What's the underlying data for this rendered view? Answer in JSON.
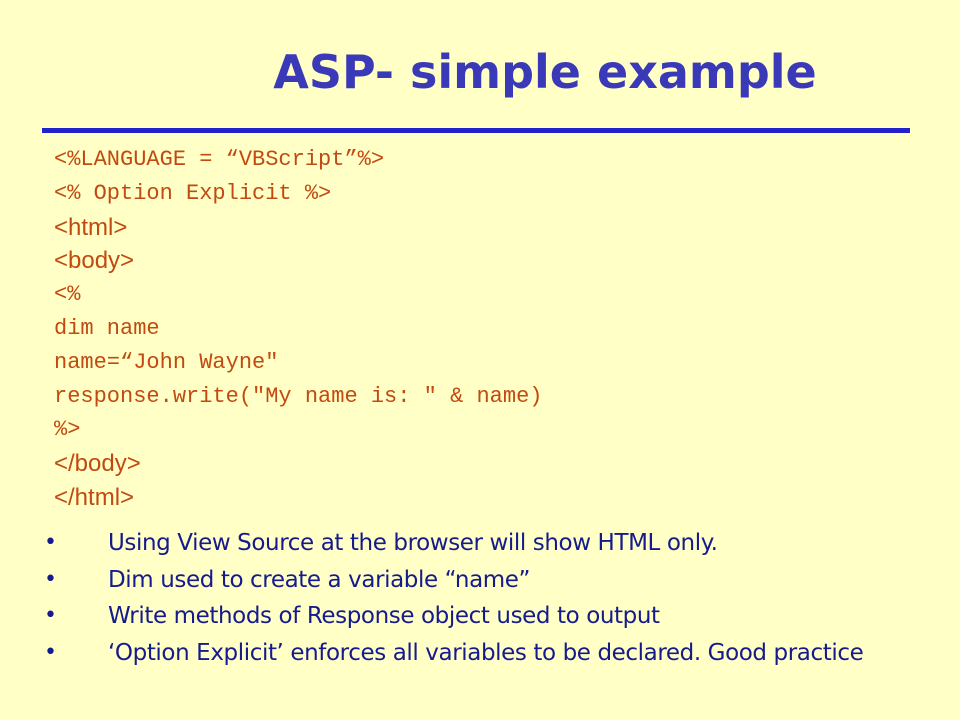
{
  "slide": {
    "title": "ASP- simple example",
    "code_lines": [
      "<%LANGUAGE = “VBScript”%>",
      "<% Option Explicit %>",
      "<html>",
      "<body>",
      "<%",
      "dim name",
      "name=“John Wayne\"",
      "response.write(\"My name is: \" & name)",
      "%>",
      "</body>",
      "</html>"
    ],
    "bullet_symbol": "•",
    "bullets": [
      "Using View Source at the browser will show HTML only.",
      "Dim used to create a variable “name”",
      "Write methods of Response object used to output",
      "‘Option Explicit’ enforces all variables to be declared.  Good practice"
    ]
  },
  "colors": {
    "background": "#FFFFC6",
    "title": "#3A3AB8",
    "rule": "#2222CC",
    "code": "#C24A12",
    "bullet_text": "#151B8D"
  }
}
